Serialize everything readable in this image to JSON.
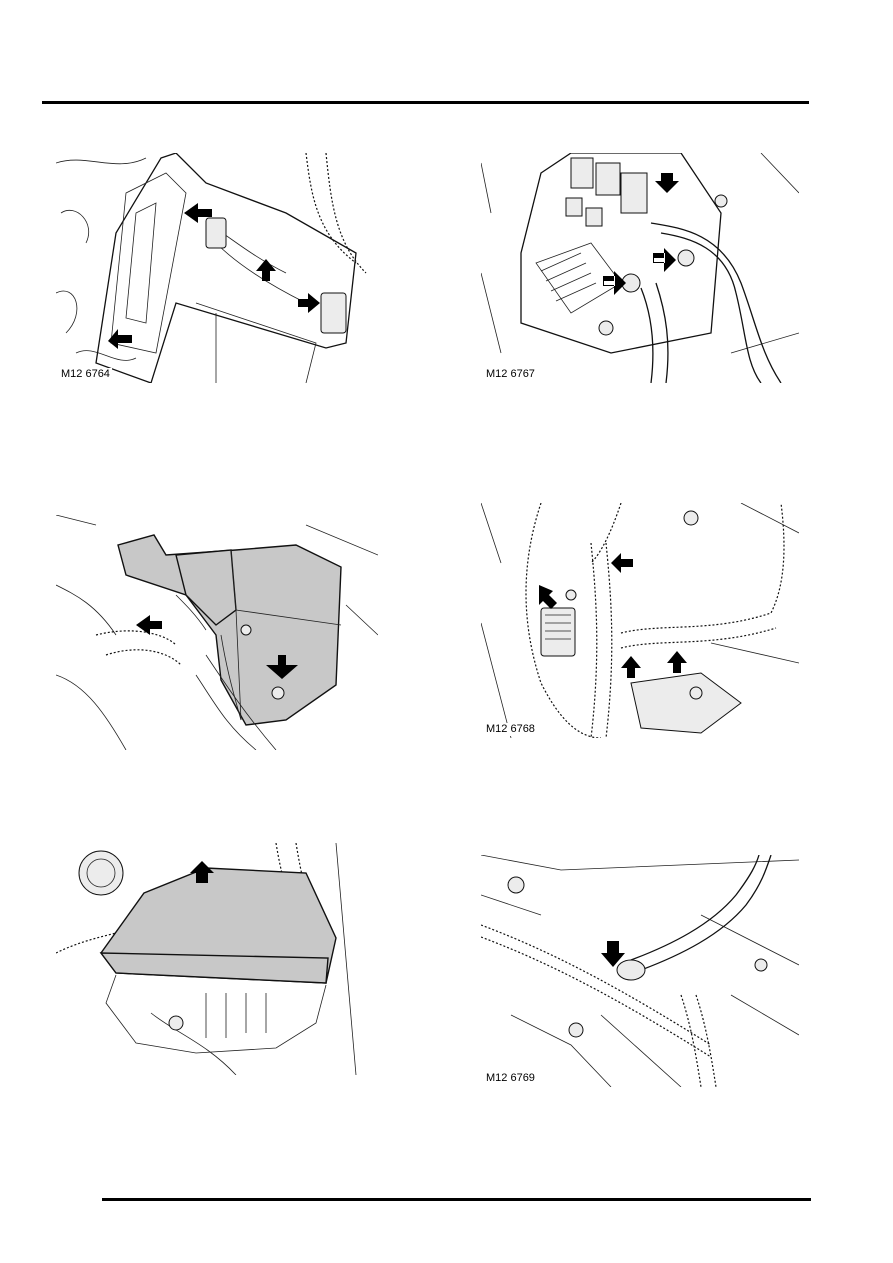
{
  "figures": [
    {
      "id": "fig1",
      "label": "M12 6764"
    },
    {
      "id": "fig2",
      "label": "M12 6767"
    },
    {
      "id": "fig3",
      "label": ""
    },
    {
      "id": "fig4",
      "label": "M12 6768"
    },
    {
      "id": "fig5",
      "label": ""
    },
    {
      "id": "fig6",
      "label": "M12 6769"
    }
  ]
}
